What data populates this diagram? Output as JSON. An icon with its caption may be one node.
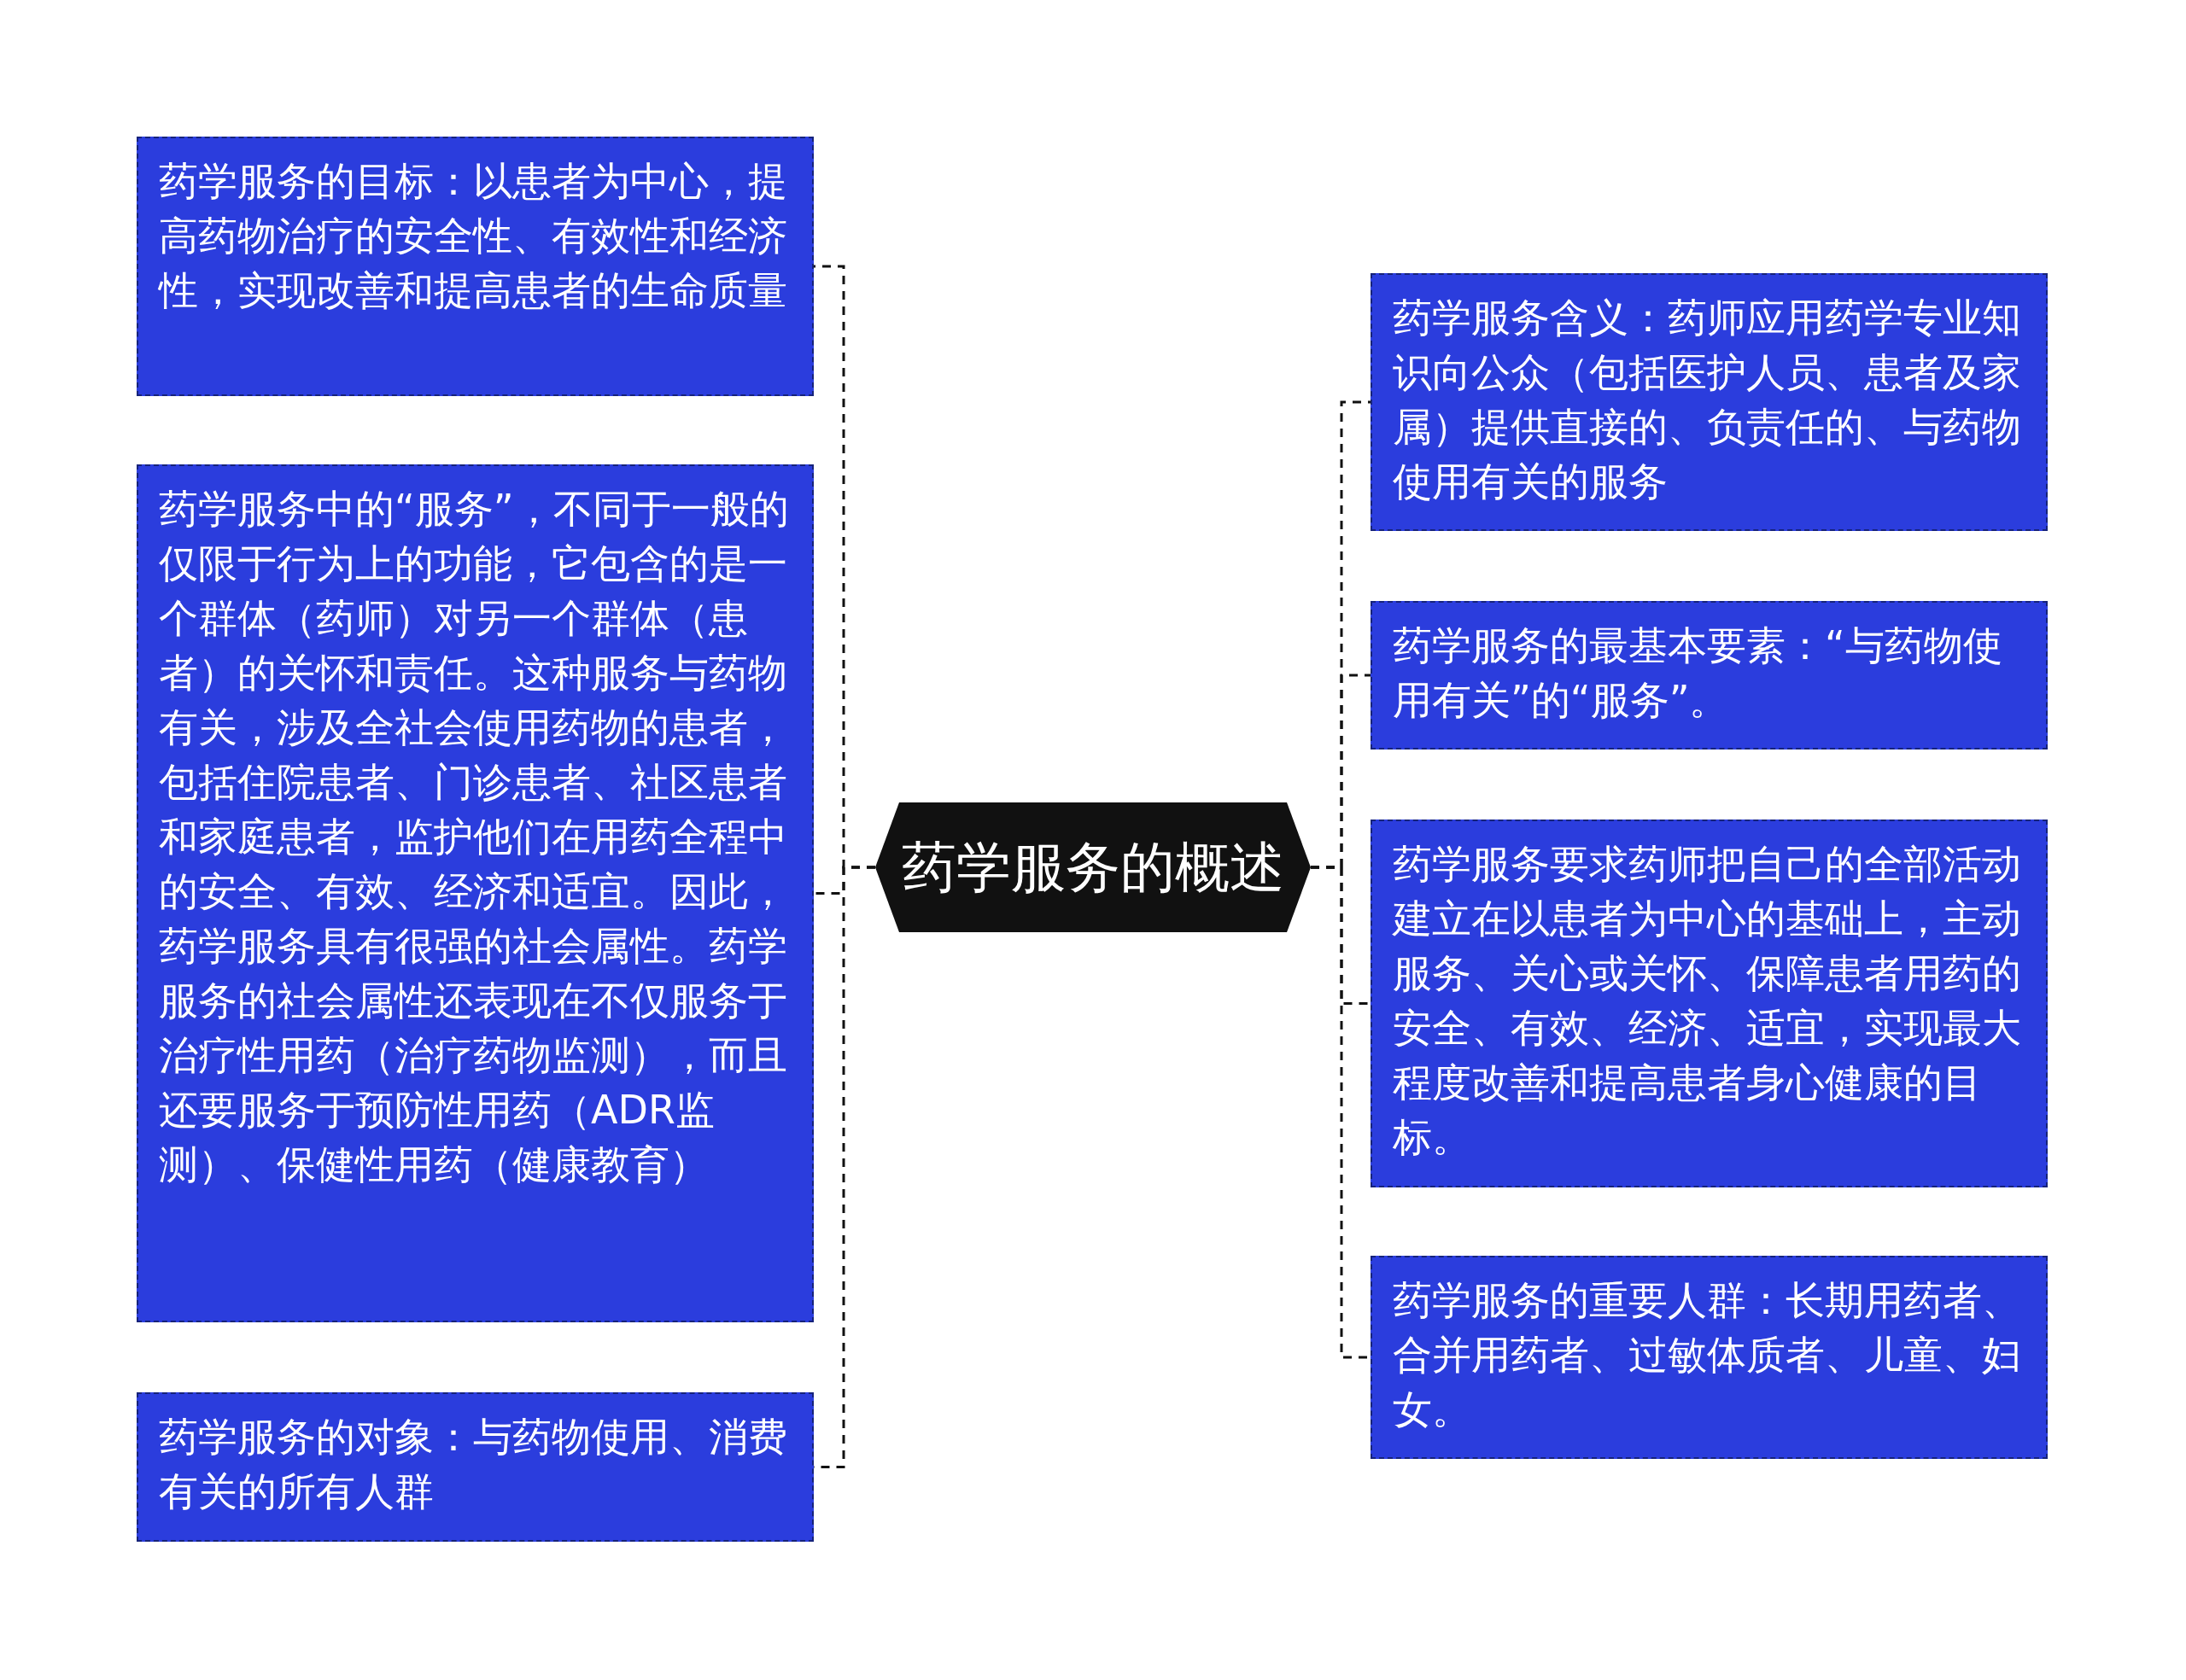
{
  "diagram": {
    "nodes": [
      {
        "text": [
          "药学服务的概述"
        ]
      },
      {
        "text": [
          "药学服务的目标：以患者为中心，提高药物治疗的安全性、有效性和经济性，实现改善和提高患者的生命质量"
        ]
      },
      {
        "text": [
          "药学服务中的“服务”，不同于一般的仅限于行为上的功能，它包含的是一个群体（药师）对另一个群体（患者）的关怀和责任。这种服务与药物有关，涉及全社会使用药物的患者，包括住院患者、门诊患者、社区患者和家庭患者，监护他们在用药全程中的安全、有效、经济和适宜。因此，药学服务具有很强的社会属性。药学服务的社会属性还表现在不仅服务于治疗性用药（治疗药物监测），而且还要服务于预防性用药（ADR监测）、保健性用药（健康教育）"
        ]
      },
      {
        "text": [
          "药学服务的对象：与药物使用、消费有关的所有人群"
        ]
      },
      {
        "text": [
          "药学服务含义：药师应用药学专业知识向公众（包括医护人员、患者及家属）提供直接的、负责任的、与药物使用有关的服务"
        ]
      },
      {
        "text": [
          "药学服务的最基本要素：“与药物使用有关”的“服务”。"
        ]
      },
      {
        "text": [
          "药学服务要求药师把自己的全部活动建立在以患者为中心的基础上，主动服务、关心或关怀、保障患者用药的安全、有效、经济、适宜，实现最大程度改善和提高患者身心健康的目标。"
        ]
      },
      {
        "text": [
          "药学服务的重要人群：长期用药者、合并用药者、过敏体质者、儿童、妇女。"
        ]
      }
    ],
    "edges": [
      {
        "from": 0,
        "to": 1,
        "arrow": "none"
      },
      {
        "from": 0,
        "to": 2,
        "arrow": "none"
      },
      {
        "from": 0,
        "to": 3,
        "arrow": "none"
      },
      {
        "from": 0,
        "to": 4,
        "arrow": "none"
      },
      {
        "from": 0,
        "to": 5,
        "arrow": "none"
      },
      {
        "from": 0,
        "to": 6,
        "arrow": "none"
      },
      {
        "from": 0,
        "to": 7,
        "arrow": "none"
      }
    ]
  }
}
